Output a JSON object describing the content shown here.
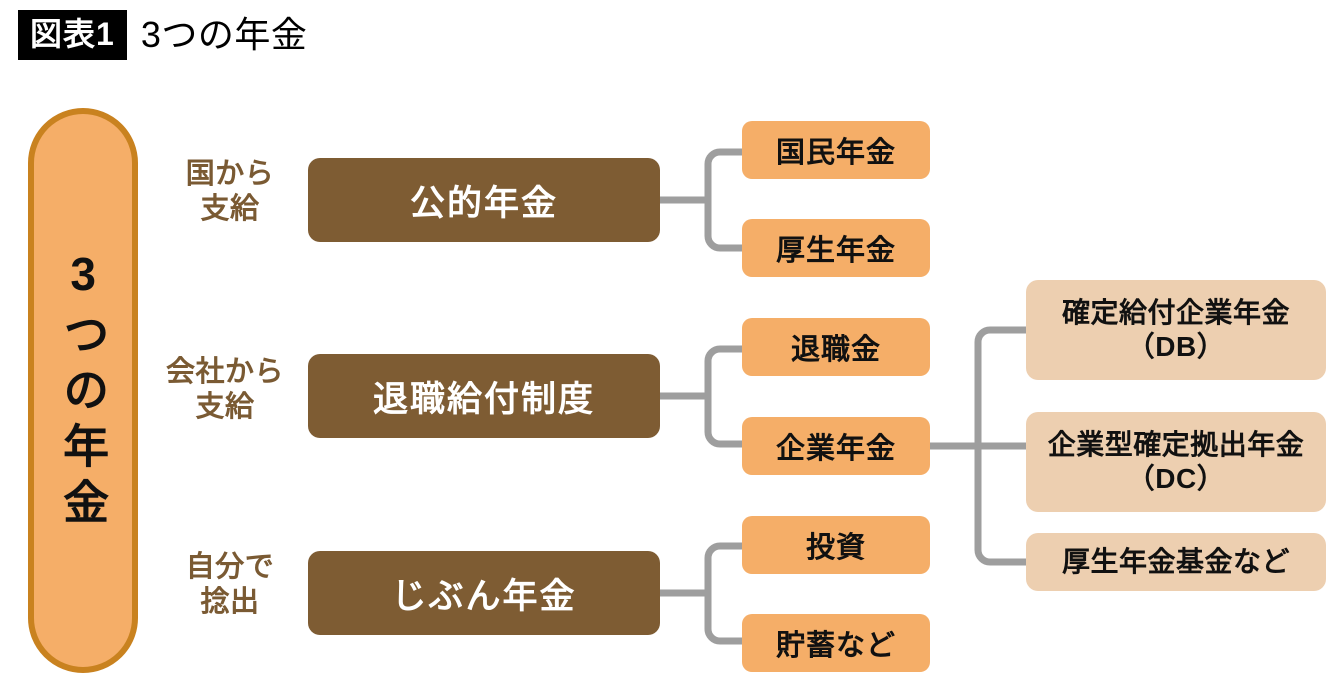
{
  "header": {
    "badge": "図表1",
    "title": "3つの年金"
  },
  "diagram": {
    "root": {
      "label": "3つの年金"
    },
    "captions": [
      {
        "label": "国から\n支給"
      },
      {
        "label": "会社から\n支給"
      },
      {
        "label": "自分で\n捻出"
      }
    ],
    "caption_lines": [
      [
        "国から",
        "支給"
      ],
      [
        "会社から",
        "支給"
      ],
      [
        "自分で",
        "捻出"
      ]
    ],
    "main_boxes": [
      {
        "label": "公的年金"
      },
      {
        "label": "退職給付制度"
      },
      {
        "label": "じぶん年金"
      }
    ],
    "sub_boxes": [
      {
        "label": "国民年金"
      },
      {
        "label": "厚生年金"
      },
      {
        "label": "退職金"
      },
      {
        "label": "企業年金"
      },
      {
        "label": "投資"
      },
      {
        "label": "貯蓄など"
      }
    ],
    "leaf_boxes": [
      {
        "label": "確定給付企業年金（DB）"
      },
      {
        "label": "企業型確定拠出年金（DC）"
      },
      {
        "label": "厚生年金基金など"
      }
    ],
    "colors": {
      "pill_fill": "#F5AE68",
      "pill_border": "#C9821F",
      "main_box": "#7E5C33",
      "main_box_text": "#FFFFFF",
      "sub_box": "#F5AE68",
      "leaf_box": "#EDCFB0",
      "caption_text": "#7A5A33",
      "connector": "#9E9E9E",
      "badge_bg": "#000000",
      "badge_text": "#FFFFFF",
      "background": "#FFFFFF"
    }
  },
  "chart_data": {
    "type": "table",
    "title": "3つの年金",
    "categories": [
      "国から支給",
      "会社から支給",
      "自分で捻出"
    ],
    "series": [
      {
        "name": "公的年金",
        "values": [
          "国民年金",
          "厚生年金"
        ]
      },
      {
        "name": "退職給付制度",
        "values": [
          "退職金",
          "企業年金"
        ]
      },
      {
        "name": "じぶん年金",
        "values": [
          "投資",
          "貯蓄など"
        ]
      }
    ],
    "annotations": [
      "企業年金 → 確定給付企業年金（DB）",
      "企業年金 → 企業型確定拠出年金（DC）",
      "企業年金 → 厚生年金基金など"
    ]
  }
}
